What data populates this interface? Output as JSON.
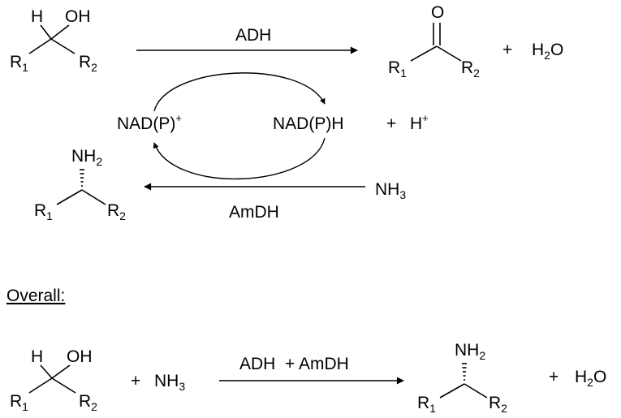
{
  "reaction_top": {
    "alcohol": {
      "h": "H",
      "oh": "OH",
      "r1": "R",
      "r1_sub": "1",
      "r2": "R",
      "r2_sub": "2"
    },
    "enzyme_forward": "ADH",
    "ketone": {
      "o": "O",
      "r1": "R",
      "r1_sub": "1",
      "r2": "R",
      "r2_sub": "2"
    },
    "plus_1": "+",
    "water": {
      "h": "H",
      "h_sub": "2",
      "o": "O"
    },
    "cofactor_ox": {
      "text": "NAD(P)",
      "sup": "+"
    },
    "cofactor_red": {
      "text": "NAD(P)H"
    },
    "plus_2": "+",
    "proton": {
      "h": "H",
      "sup": "+"
    },
    "amine": {
      "nh": "NH",
      "nh_sub": "2",
      "r1": "R",
      "r1_sub": "1",
      "r2": "R",
      "r2_sub": "2"
    },
    "ammonia": {
      "nh": "NH",
      "nh_sub": "3"
    },
    "enzyme_reverse": "AmDH"
  },
  "overall": {
    "heading": "Overall:",
    "alcohol": {
      "h": "H",
      "oh": "OH",
      "r1": "R",
      "r1_sub": "1",
      "r2": "R",
      "r2_sub": "2"
    },
    "plus_1": "+",
    "ammonia": {
      "nh": "NH",
      "nh_sub": "3"
    },
    "enzymes": "ADH  + AmDH",
    "amine": {
      "nh": "NH",
      "nh_sub": "2",
      "r1": "R",
      "r1_sub": "1",
      "r2": "R",
      "r2_sub": "2"
    },
    "plus_2": "+",
    "water": {
      "h": "H",
      "h_sub": "2",
      "o": "O"
    }
  }
}
